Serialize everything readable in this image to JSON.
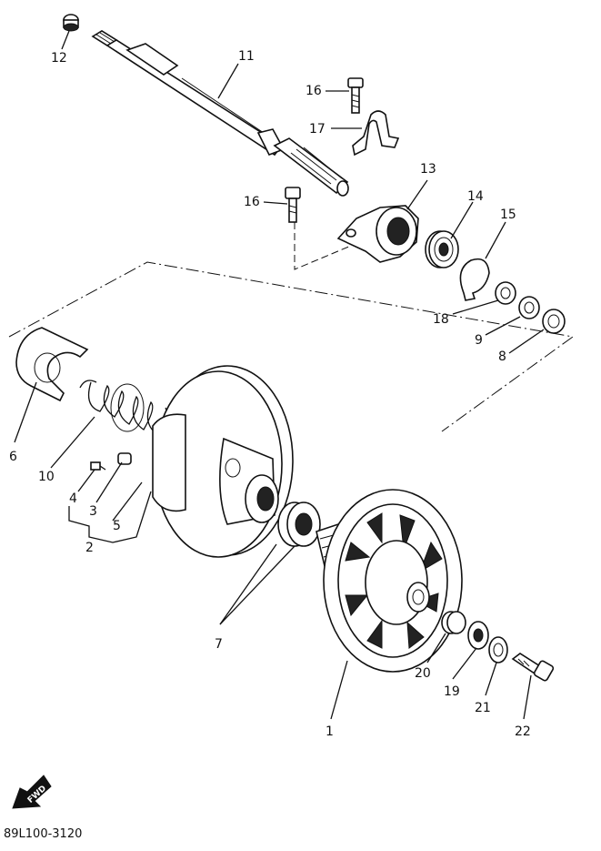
{
  "diagram": {
    "callouts": [
      {
        "id": "c12",
        "text": "12"
      },
      {
        "id": "c11",
        "text": "11"
      },
      {
        "id": "c16a",
        "text": "16"
      },
      {
        "id": "c17",
        "text": "17"
      },
      {
        "id": "c13",
        "text": "13"
      },
      {
        "id": "c16b",
        "text": "16"
      },
      {
        "id": "c14",
        "text": "14"
      },
      {
        "id": "c15",
        "text": "15"
      },
      {
        "id": "c18",
        "text": "18"
      },
      {
        "id": "c9",
        "text": "9"
      },
      {
        "id": "c8",
        "text": "8"
      },
      {
        "id": "c6",
        "text": "6"
      },
      {
        "id": "c10",
        "text": "10"
      },
      {
        "id": "c4",
        "text": "4"
      },
      {
        "id": "c3",
        "text": "3"
      },
      {
        "id": "c5",
        "text": "5"
      },
      {
        "id": "c2",
        "text": "2"
      },
      {
        "id": "c7",
        "text": "7"
      },
      {
        "id": "c20",
        "text": "20"
      },
      {
        "id": "c19",
        "text": "19"
      },
      {
        "id": "c21",
        "text": "21"
      },
      {
        "id": "c22",
        "text": "22"
      },
      {
        "id": "c1",
        "text": "1"
      }
    ],
    "fwd_label": "FWD",
    "drawing_code": "89L100-3120"
  }
}
